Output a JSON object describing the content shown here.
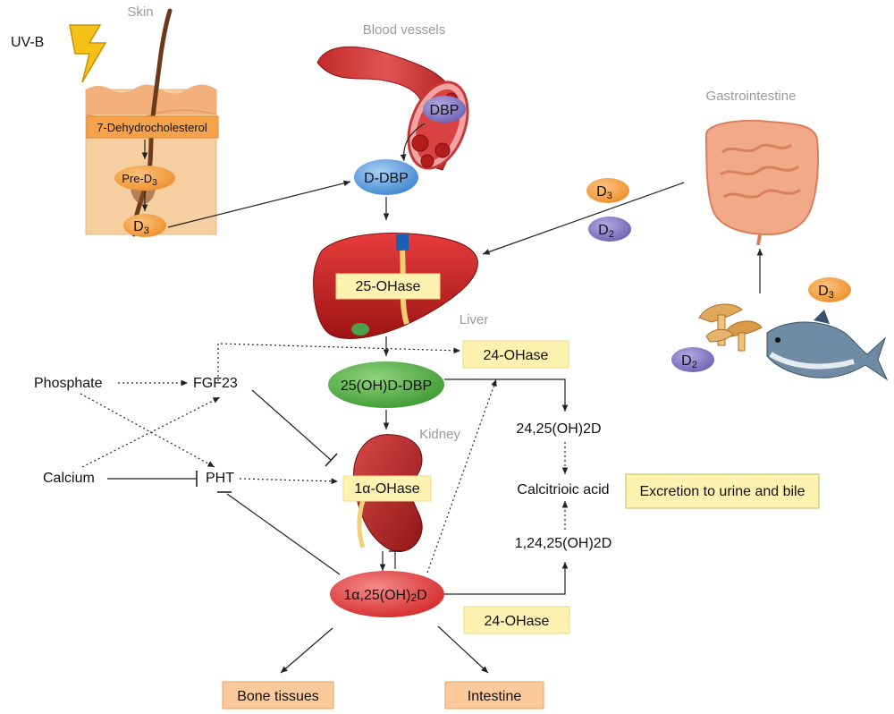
{
  "regions": {
    "skin": "Skin",
    "blood_vessels": "Blood vessels",
    "gastrointestine": "Gastrointestine",
    "liver": "Liver",
    "kidney": "Kidney"
  },
  "labels": {
    "uvb": "UV-B",
    "dehydro": "7-Dehydrocholesterol",
    "pre_d3": "Pre-D",
    "pre_d3_sub": "3",
    "d3_skin": "D",
    "d3_skin_sub": "3",
    "dbp": "DBP",
    "d_dbp": "D-DBP",
    "d3_gut": "D",
    "d3_gut_sub": "3",
    "d2_gut": "D",
    "d2_gut_sub": "2",
    "d3_fish": "D",
    "d3_fish_sub": "3",
    "d2_mush": "D",
    "d2_mush_sub": "2",
    "ohase_25": "25-OHase",
    "ohase_24_top": "24-OHase",
    "oh_d_dbp": "25(OH)D-DBP",
    "phosphate": "Phosphate",
    "fgf23": "FGF23",
    "calcium": "Calcium",
    "pht": "PHT",
    "ohase_1a": "1α-OHase",
    "d_24_25": "24,25(OH)2D",
    "calcitroic": "Calcitrioic acid",
    "excretion": "Excretion to urine and bile",
    "d_1_24_25": "1,24,25(OH)2D",
    "calcitriol": "1α,25(OH)",
    "calcitriol_sub": "2",
    "calcitriol_end": "D",
    "ohase_24_bottom": "24-OHase",
    "bone": "Bone tissues",
    "intestine": "Intestine"
  },
  "colors": {
    "orange_node": "#f5a24a",
    "orange_box": "#fbc99a",
    "yellow_box": "#fdf2b0",
    "purple_node": "#8e84c8",
    "blue_node": "#6aa7de",
    "green_node": "#5fb24f",
    "red_node": "#e84c4c",
    "liver_red": "#c91f1f",
    "kidney_red": "#b52020",
    "skin_tan": "#f6cfa0"
  }
}
